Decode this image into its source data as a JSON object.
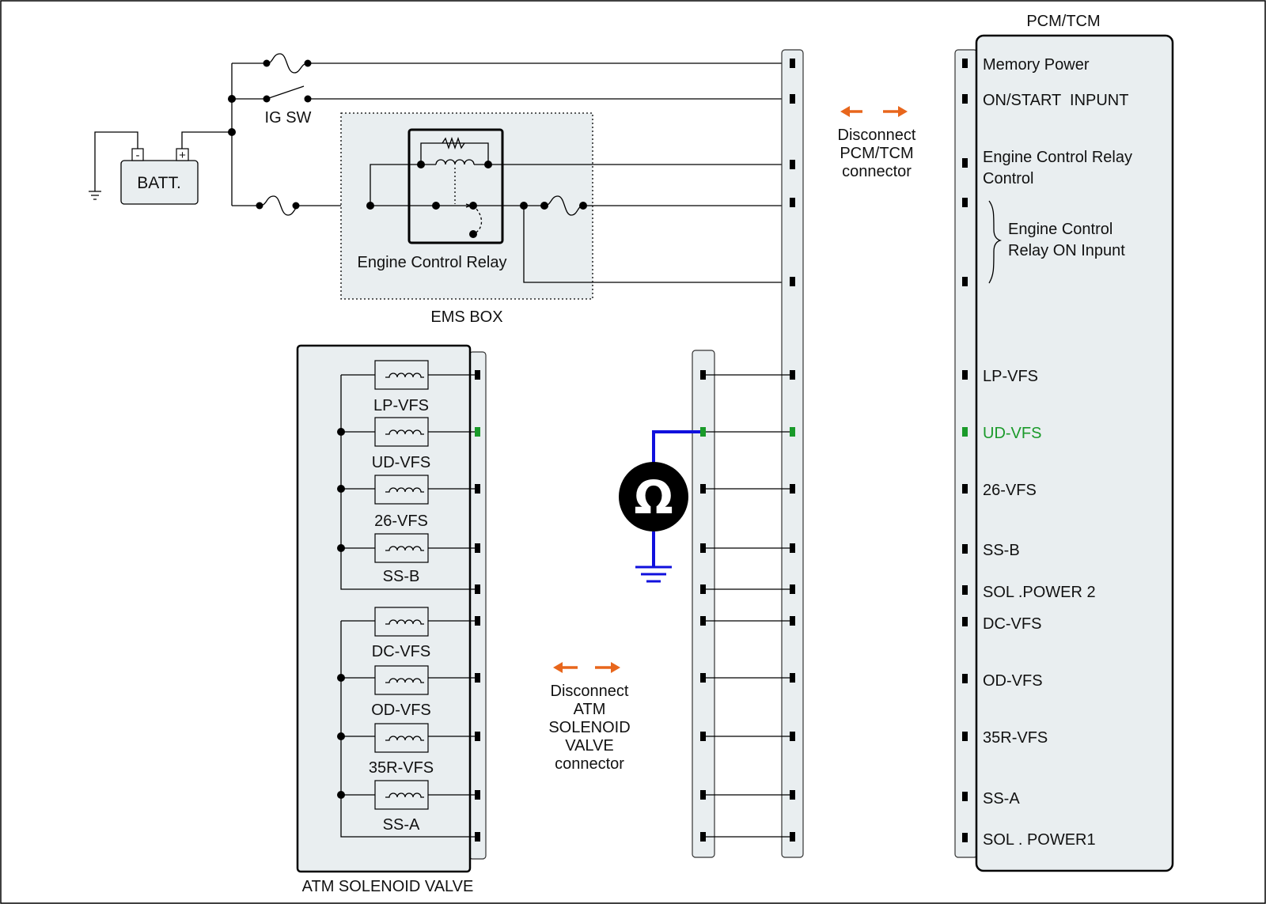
{
  "colors": {
    "panel_fill": "#e9eef0",
    "wire": "#000000",
    "highlight": "#1a9a2a",
    "meter_lead": "#1010dd",
    "arrow": "#e8661c"
  },
  "battery": {
    "label": "BATT.",
    "minus": "-",
    "plus": "+"
  },
  "ig_switch": {
    "label": "IG SW"
  },
  "ems_box": {
    "label": "EMS BOX",
    "relay_label": "Engine Control Relay"
  },
  "pcm": {
    "title": "PCM/TCM",
    "pins": [
      "Memory Power",
      "ON/START  INPUNT",
      "Engine Control Relay",
      "Control",
      "Engine Control",
      "Relay ON Inpunt",
      "LP-VFS",
      "UD-VFS",
      "26-VFS",
      "SS-B",
      "SOL .POWER 2",
      "DC-VFS",
      "OD-VFS",
      "35R-VFS",
      "SS-A",
      "SOL . POWER1"
    ]
  },
  "disconnect_pcm": {
    "lines": [
      "Disconnect",
      "PCM/TCM",
      "connector"
    ]
  },
  "disconnect_atm": {
    "lines": [
      "Disconnect",
      "ATM",
      "SOLENOID",
      "VALVE",
      "connector"
    ]
  },
  "atm": {
    "title": "ATM SOLENOID VALVE",
    "solenoids": [
      "LP-VFS",
      "UD-VFS",
      "26-VFS",
      "SS-B",
      "DC-VFS",
      "OD-VFS",
      "35R-VFS",
      "SS-A"
    ]
  },
  "ohmmeter": {
    "symbol": "Ω",
    "icon": "ohmmeter-icon"
  }
}
